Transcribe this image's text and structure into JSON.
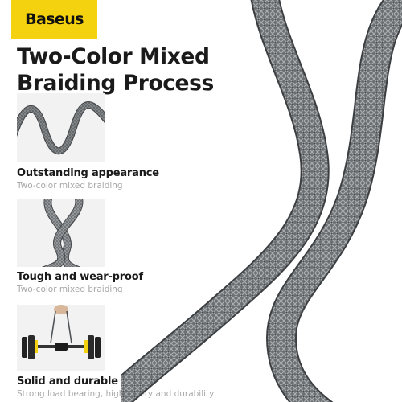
{
  "brand": {
    "logo_text": "Baseus",
    "accent_color": "#f5d20f"
  },
  "headline": {
    "line1": "Two-Color Mixed",
    "line2": "Braiding Process"
  },
  "features": [
    {
      "title": "Outstanding appearance",
      "subtitle": "Two-color mixed braiding",
      "image": "wavy-cable-photo"
    },
    {
      "title": "Tough and wear-proof",
      "subtitle": "Two-color mixed braiding",
      "image": "knotted-cable-photo"
    },
    {
      "title": "Solid and durable",
      "subtitle": "Strong load bearing, high safety and durability",
      "image": "dumbbell-hanging-photo"
    }
  ],
  "colors": {
    "cable": "#5f6366",
    "cable_dark": "#3f4245",
    "cable_light": "#9ea2a5",
    "text": "#1a1a1a",
    "subtext": "#a8a8a8"
  }
}
